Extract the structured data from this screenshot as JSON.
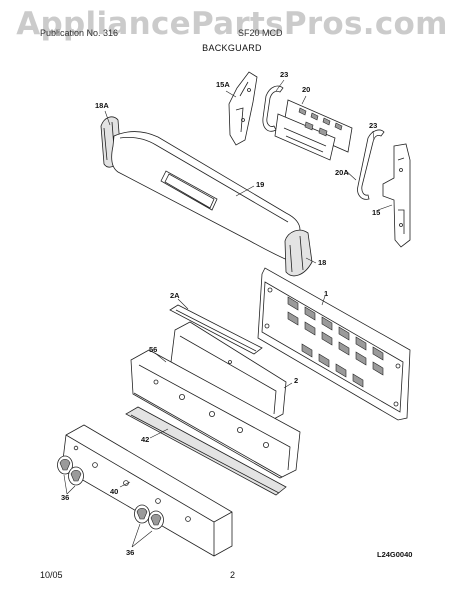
{
  "watermark": "AppliancePartsPros.com",
  "header": {
    "left": "Publication No. 316",
    "mid": "SF20 MCD",
    "section": "BACKGUARD"
  },
  "footer": {
    "date": "10/05",
    "page": "2",
    "drawing_id": "L24G0040"
  },
  "callouts": {
    "c15A": "15A",
    "c23a": "23",
    "c20": "20",
    "c23b": "23",
    "c18A": "18A",
    "c19": "19",
    "c20A": "20A",
    "c15": "15",
    "c18": "18",
    "c1": "1",
    "c2A": "2A",
    "c56": "56",
    "c2": "2",
    "c42": "42",
    "c40": "40",
    "c36a": "36",
    "c36b": "36"
  }
}
